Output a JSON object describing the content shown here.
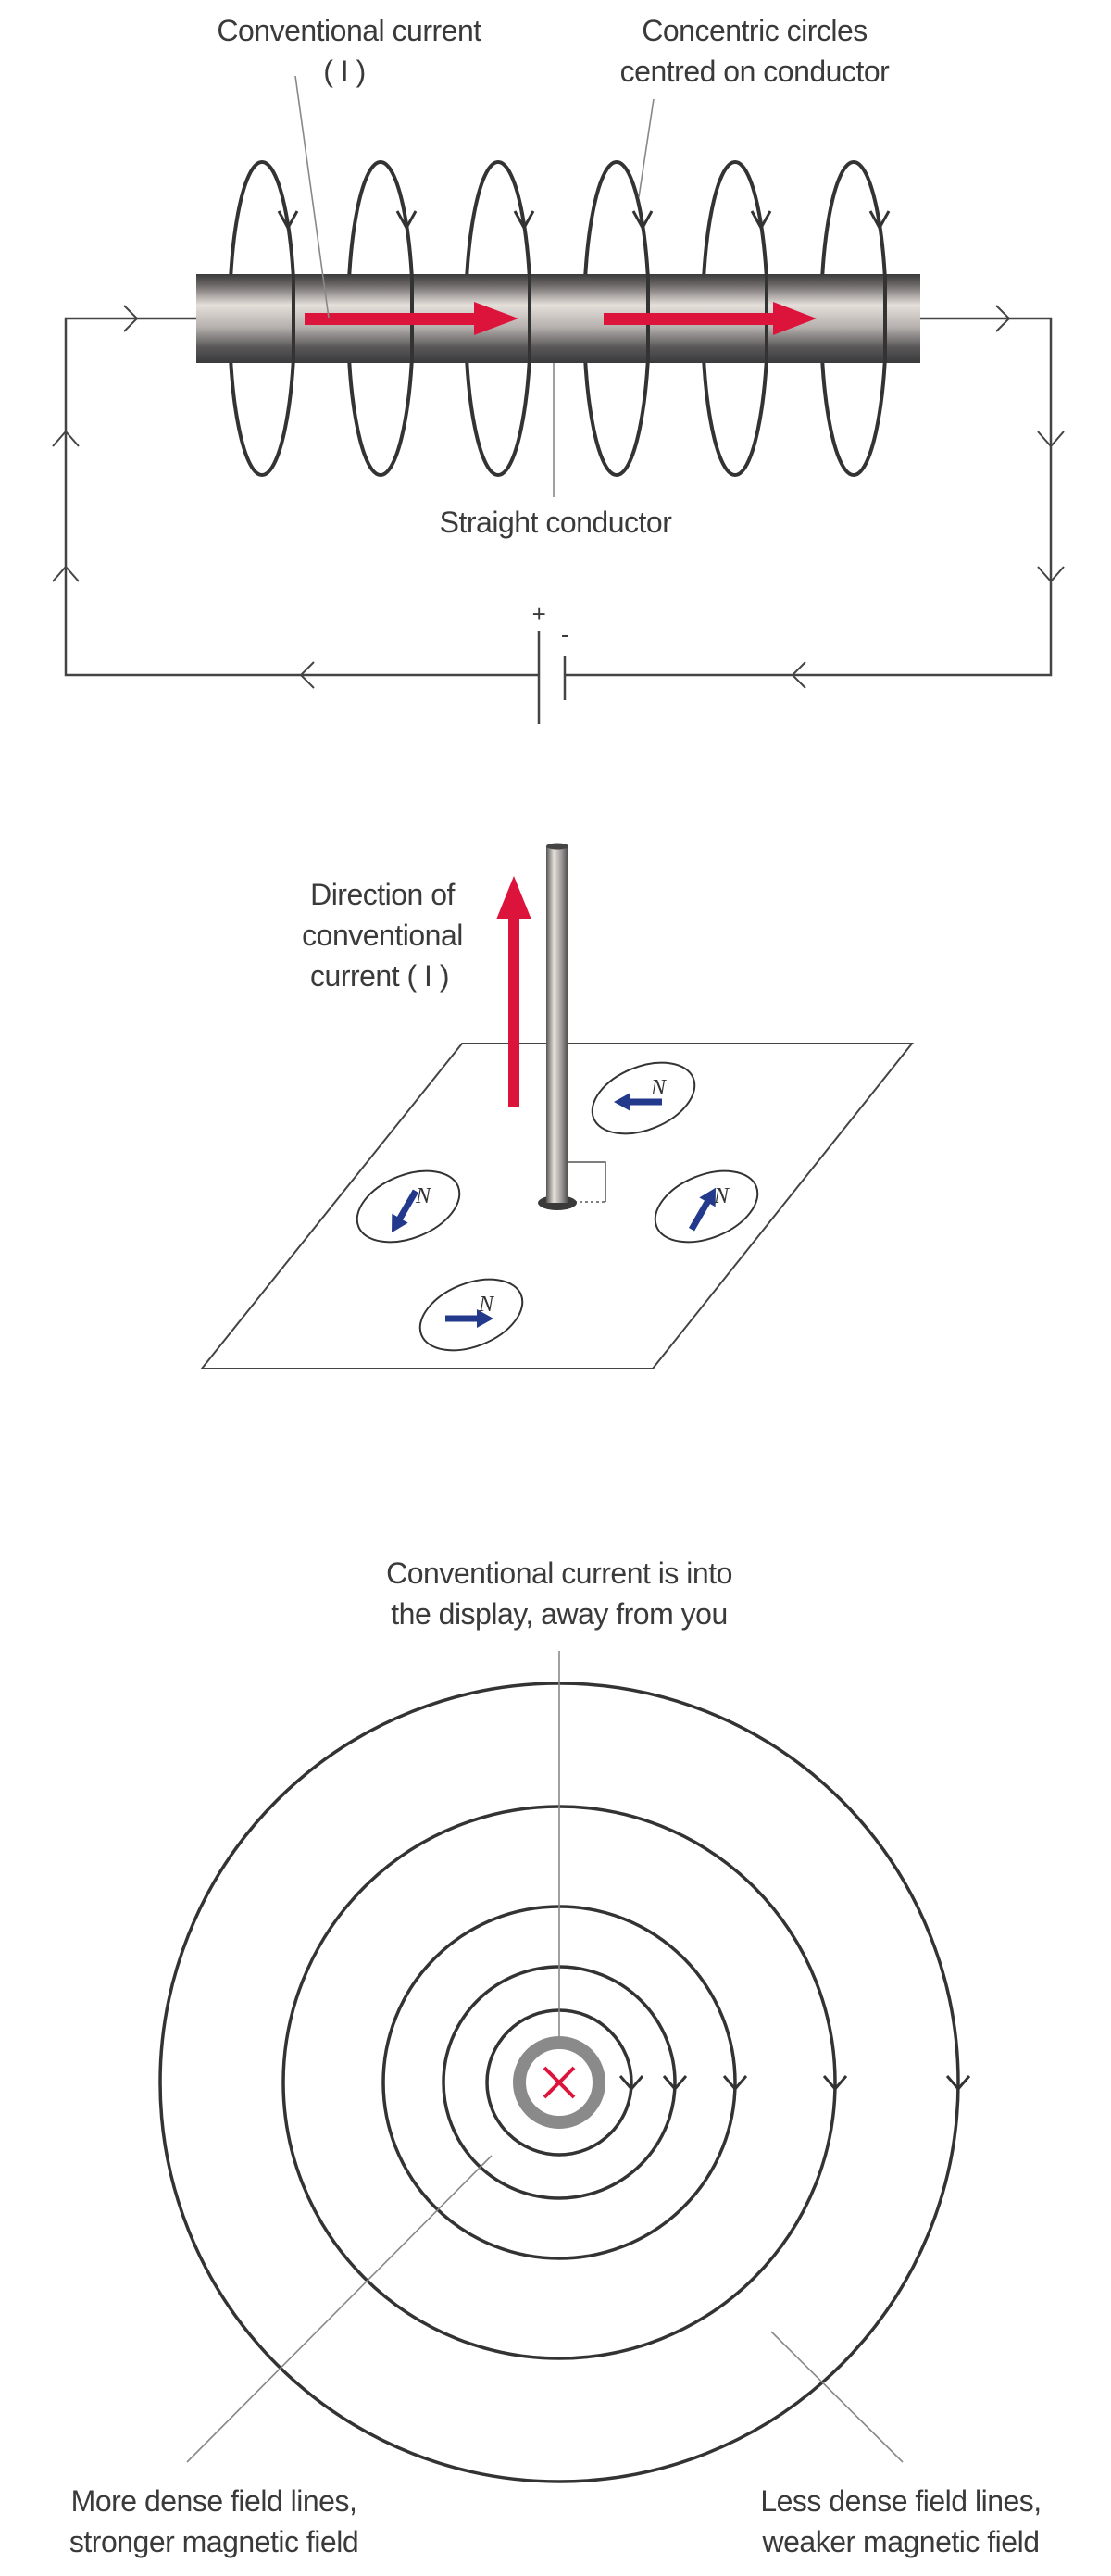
{
  "colors": {
    "current_arrow": "#dc143c",
    "compass_needle": "#233a8c",
    "lines": "#333333",
    "leader": "#888888",
    "conductor_ring": "#8a8a8a"
  },
  "panel1": {
    "label_current_line1": "Conventional current",
    "label_current_line2": "( I )",
    "label_circles_line1": "Concentric circles",
    "label_circles_line2": "centred on conductor",
    "label_conductor": "Straight conductor",
    "battery_plus": "+",
    "battery_minus": "-"
  },
  "panel2": {
    "label_line1": "Direction of",
    "label_line2": "conventional",
    "label_line3": "current ( I )",
    "compasses": [
      {
        "position": "back-right",
        "needle": "left",
        "label": "N"
      },
      {
        "position": "left",
        "needle": "down-left",
        "label": "N"
      },
      {
        "position": "right",
        "needle": "up-right",
        "label": "N"
      },
      {
        "position": "front",
        "needle": "right",
        "label": "N"
      }
    ]
  },
  "panel3": {
    "label_top_line1": "Conventional current is into",
    "label_top_line2": "the display, away from you",
    "label_left_line1": "More dense field lines,",
    "label_left_line2": "stronger magnetic field",
    "label_right_line1": "Less dense field lines,",
    "label_right_line2": "weaker magnetic field",
    "field_line_count": 5
  }
}
